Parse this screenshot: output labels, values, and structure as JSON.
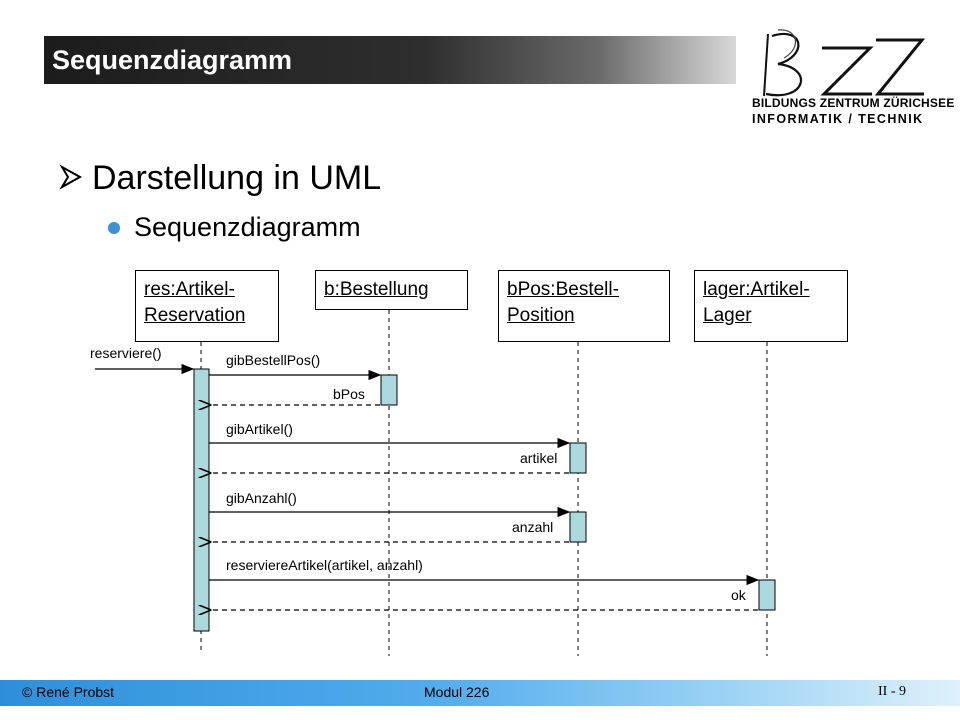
{
  "header": {
    "title": "Sequenzdiagramm",
    "logo": {
      "letters": "BZZ",
      "line1": "BILDUNGS ZENTRUM ZÜRICHSEE",
      "line2": "INFORMATIK / TECHNIK"
    }
  },
  "content": {
    "heading": "Darstellung in UML",
    "subheading": "Sequenzdiagramm"
  },
  "diagram": {
    "objects": [
      {
        "line1": "res:Artikel-",
        "line2": "Reservation"
      },
      {
        "line1": "b:Bestellung",
        "line2": ""
      },
      {
        "line1": "bPos:Bestell-",
        "line2": "Position"
      },
      {
        "line1": "lager:Artikel-",
        "line2": "Lager"
      }
    ],
    "messages": [
      {
        "label": "reserviere()",
        "type": "call"
      },
      {
        "label": "gibBestellPos()",
        "type": "call"
      },
      {
        "label": "bPos",
        "type": "return"
      },
      {
        "label": "gibArtikel()",
        "type": "call"
      },
      {
        "label": "artikel",
        "type": "return"
      },
      {
        "label": "gibAnzahl()",
        "type": "call"
      },
      {
        "label": "anzahl",
        "type": "return"
      },
      {
        "label": "reserviereArtikel(artikel, anzahl)",
        "type": "call"
      },
      {
        "label": "ok",
        "type": "return"
      }
    ]
  },
  "footer": {
    "author": "© René Probst",
    "module": "Modul 226",
    "page": "II - 9"
  },
  "colors": {
    "activation": "#acd9de",
    "bullet": "#3d8fd6",
    "footer": "#2e8fd8"
  }
}
